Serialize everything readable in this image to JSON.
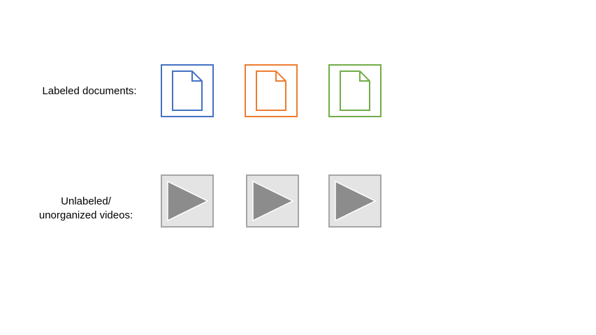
{
  "rows": {
    "documents": {
      "label": "Labeled documents:",
      "items": [
        {
          "name": "document-blue",
          "color": "#4472c4",
          "icon": "document-icon"
        },
        {
          "name": "document-orange",
          "color": "#ed7d31",
          "icon": "document-icon"
        },
        {
          "name": "document-green",
          "color": "#70ad47",
          "icon": "document-icon"
        }
      ]
    },
    "videos": {
      "label_line1": "Unlabeled/",
      "label_line2": "unorganized videos:",
      "items": [
        {
          "name": "video-1",
          "icon": "play-icon"
        },
        {
          "name": "video-2",
          "icon": "play-icon"
        },
        {
          "name": "video-3",
          "icon": "play-icon"
        }
      ],
      "tile_fill": "#e4e4e4",
      "tile_border": "#a6a6a6",
      "play_fill": "#8c8c8c"
    }
  }
}
